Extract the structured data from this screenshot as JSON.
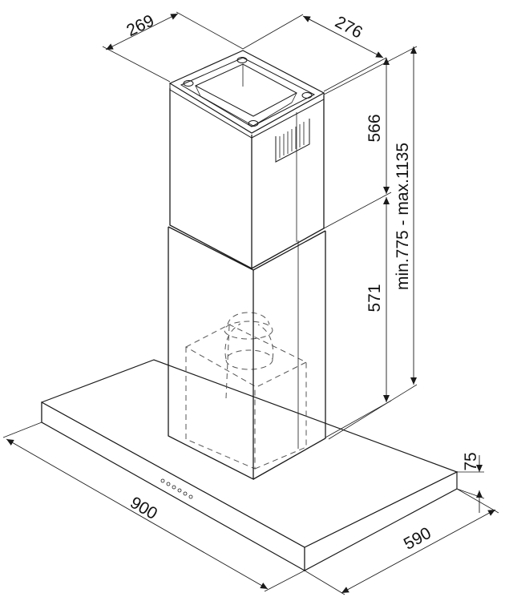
{
  "dimensions": {
    "chimney_depth": "269",
    "chimney_width": "276",
    "upper_chimney_height": "566",
    "lower_chimney_height": "571",
    "total_height": "min.775 - max.1135",
    "canopy_thickness": "75",
    "canopy_width": "900",
    "canopy_depth": "590"
  },
  "colors": {
    "line": "#1a1a1a",
    "hidden_line": "#555555",
    "background": "#ffffff"
  }
}
